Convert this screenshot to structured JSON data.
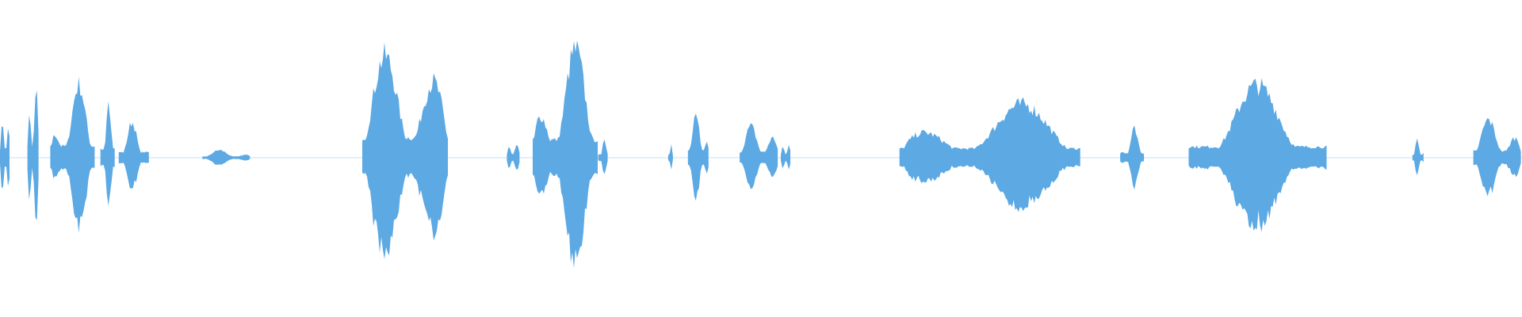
{
  "waveform": {
    "color": "#5DA9E3",
    "background": "#FFFFFF",
    "bursts": [
      {
        "start": 0.0,
        "end": 0.007,
        "amp": 0.18
      },
      {
        "start": 0.018,
        "end": 0.026,
        "amp": 0.3
      },
      {
        "start": 0.033,
        "end": 0.063,
        "amp": 0.28
      },
      {
        "start": 0.066,
        "end": 0.076,
        "amp": 0.2
      },
      {
        "start": 0.078,
        "end": 0.098,
        "amp": 0.13
      },
      {
        "start": 0.133,
        "end": 0.165,
        "amp": 0.03
      },
      {
        "start": 0.238,
        "end": 0.295,
        "amp": 0.48
      },
      {
        "start": 0.333,
        "end": 0.342,
        "amp": 0.07
      },
      {
        "start": 0.35,
        "end": 0.393,
        "amp": 0.43
      },
      {
        "start": 0.393,
        "end": 0.4,
        "amp": 0.08
      },
      {
        "start": 0.439,
        "end": 0.443,
        "amp": 0.05
      },
      {
        "start": 0.452,
        "end": 0.466,
        "amp": 0.18
      },
      {
        "start": 0.486,
        "end": 0.512,
        "amp": 0.14
      },
      {
        "start": 0.513,
        "end": 0.52,
        "amp": 0.07
      },
      {
        "start": 0.591,
        "end": 0.71,
        "amp": 0.22
      },
      {
        "start": 0.736,
        "end": 0.752,
        "amp": 0.11
      },
      {
        "start": 0.781,
        "end": 0.872,
        "amp": 0.26
      },
      {
        "start": 0.928,
        "end": 0.936,
        "amp": 0.07
      },
      {
        "start": 0.968,
        "end": 1.0,
        "amp": 0.16
      }
    ]
  }
}
